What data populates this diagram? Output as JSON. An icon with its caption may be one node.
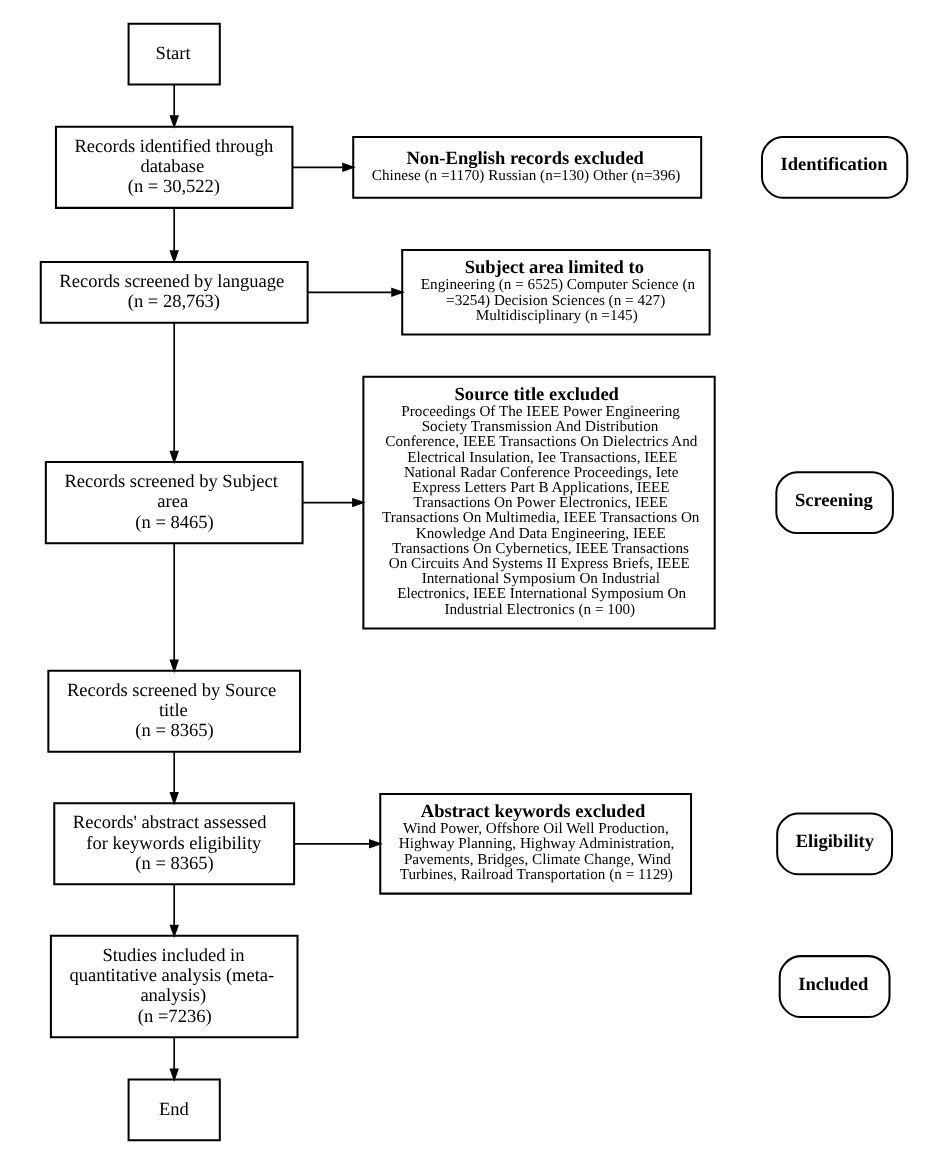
{
  "diagram": {
    "nodes": [
      {
        "text": [
          "Start"
        ]
      },
      {
        "text": [
          "Records identified through database",
          "(n = 30,522)"
        ]
      },
      {
        "text": [
          "Non-English records excluded",
          "Chinese (n =1170) Russian (n=130) Other (n=396)"
        ]
      },
      {
        "text": [
          "Records screened by language",
          "(n = 28,763)"
        ]
      },
      {
        "text": [
          "Subject area limited to",
          "Engineering (n = 6525) Computer Science (n =3254) Decision Sciences (n = 427) Multidisciplinary (n =145)"
        ]
      },
      {
        "text": [
          "Records screened by Subject area",
          "(n = 8465)"
        ]
      },
      {
        "text": [
          "Source title excluded",
          "Proceedings Of The IEEE Power Engineering Society Transmission And Distribution Conference, IEEE Transactions On Dielectrics And Electrical Insulation, Iee Transactions, IEEE National Radar Conference Proceedings, Iete Express Letters Part B Applications, IEEE Transactions On Power Electronics, IEEE Transactions On Multimedia, IEEE Transactions On Knowledge And Data Engineering, IEEE Transactions On Cybernetics, IEEE Transactions On Circuits And Systems II Express Briefs, IEEE International Symposium On Industrial Electronics, IEEE International Symposium On Industrial Electronics (n = 100)"
        ]
      },
      {
        "text": [
          "Records screened by Source title",
          "(n = 8365)"
        ]
      },
      {
        "text": [
          "Records' abstract assessed for keywords eligibility",
          "(n = 8365)"
        ]
      },
      {
        "text": [
          "Abstract keywords excluded",
          "Wind Power, Offshore Oil Well Production, Highway Planning, Highway Administration, Pavements, Bridges, Climate Change, Wind Turbines, Railroad Transportation (n = 1129)"
        ]
      },
      {
        "text": [
          "Studies included in quantitative analysis (meta-analysis)",
          "(n =7236)"
        ]
      },
      {
        "text": [
          "End"
        ]
      },
      {
        "text": [
          "Identification"
        ]
      },
      {
        "text": [
          "Screening"
        ]
      },
      {
        "text": [
          "Eligibility"
        ]
      },
      {
        "text": [
          "Included"
        ]
      }
    ],
    "edges": [
      {
        "from": 0,
        "to": 1,
        "arrow": "to"
      },
      {
        "from": 1,
        "to": 3,
        "arrow": "to"
      },
      {
        "from": 1,
        "to": 2,
        "arrow": "to"
      },
      {
        "from": 3,
        "to": 5,
        "arrow": "to"
      },
      {
        "from": 3,
        "to": 4,
        "arrow": "to"
      },
      {
        "from": 5,
        "to": 7,
        "arrow": "to"
      },
      {
        "from": 5,
        "to": 6,
        "arrow": "to"
      },
      {
        "from": 7,
        "to": 8,
        "arrow": "to"
      },
      {
        "from": 8,
        "to": 10,
        "arrow": "to"
      },
      {
        "from": 8,
        "to": 9,
        "arrow": "to"
      },
      {
        "from": 10,
        "to": 11,
        "arrow": "to"
      }
    ]
  }
}
